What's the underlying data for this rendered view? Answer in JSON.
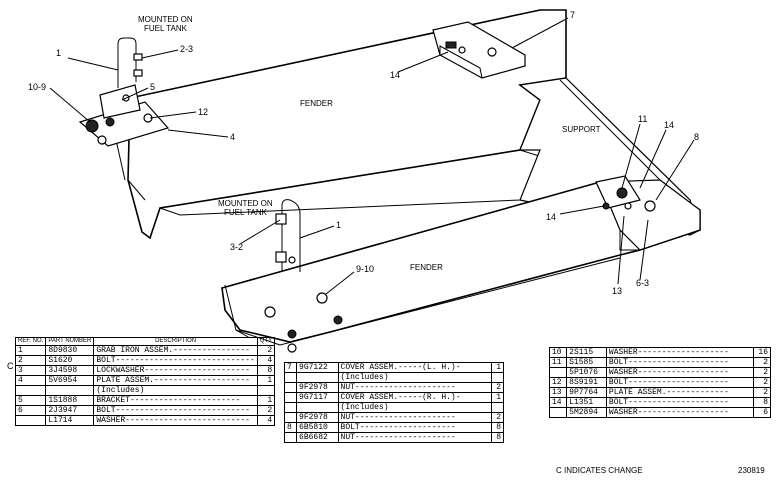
{
  "labels": {
    "mounted1": [
      "MOUNTED ON",
      "FUEL TANK"
    ],
    "mounted2": [
      "MOUNTED ON",
      "FUEL TANK"
    ],
    "fender1": "FENDER",
    "fender2": "FENDER",
    "support": "SUPPORT",
    "callouts": {
      "c1a": "1",
      "c23": "2-3",
      "c109": "10-9",
      "c5": "5",
      "c12": "12",
      "c4": "4",
      "c14a": "14",
      "c7": "7",
      "c11": "11",
      "c14b": "14",
      "c8": "8",
      "c14c": "14",
      "c13": "13",
      "c63": "6-3",
      "c32": "3-2",
      "c1b": "1",
      "c910": "9-10"
    }
  },
  "table1": {
    "headers": [
      "REF. NO.",
      "PART NUMBER",
      "DESCRIPTION",
      "QTY"
    ],
    "rows": [
      {
        "ref": "1",
        "part": "8D9830",
        "desc": "GRAB IRON ASSEM.----------------",
        "qty": "2"
      },
      {
        "ref": "2",
        "part": "S1620",
        "desc": "BOLT-----------------------------",
        "qty": "4"
      },
      {
        "ref": "3",
        "part": "3J4598",
        "desc": "LOCKWASHER----------------------",
        "qty": "8"
      },
      {
        "ref": "4",
        "part": "5V6954",
        "desc": "PLATE ASSEM.--------------------",
        "qty": "1"
      },
      {
        "ref": "",
        "part": "",
        "desc": "  (Includes)",
        "qty": ""
      },
      {
        "ref": "5",
        "part": "1S1888",
        "desc": "  BRACKET-----------------------",
        "qty": "1"
      },
      {
        "ref": "6",
        "part": "2J3947",
        "desc": "BOLT----------------------------",
        "qty": "2"
      },
      {
        "ref": "",
        "part": "L1714",
        "desc": "WASHER--------------------------",
        "qty": "4"
      }
    ]
  },
  "table2": {
    "rows": [
      {
        "ref": "7",
        "part": "9G7122",
        "desc": "COVER ASSEM.-----(L. H.)-",
        "qty": "1"
      },
      {
        "ref": "",
        "part": "",
        "desc": "  (Includes)",
        "qty": ""
      },
      {
        "ref": "",
        "part": "9F2978",
        "desc": "  NUT---------------------",
        "qty": "2"
      },
      {
        "ref": "",
        "part": "9G7117",
        "desc": "COVER ASSEM.-----(R. H.)-",
        "qty": "1"
      },
      {
        "ref": "",
        "part": "",
        "desc": "  (Includes)",
        "qty": ""
      },
      {
        "ref": "",
        "part": "9F2978",
        "desc": "  NUT---------------------",
        "qty": "2"
      },
      {
        "ref": "8",
        "part": "6B5810",
        "desc": "BOLT--------------------",
        "qty": "8"
      },
      {
        "ref": "",
        "part": "6B6682",
        "desc": "NUT---------------------",
        "qty": "8"
      }
    ]
  },
  "table3": {
    "rows": [
      {
        "ref": "10",
        "part": "2S115",
        "desc": "WASHER-------------------",
        "qty": "16"
      },
      {
        "ref": "11",
        "part": "S1585",
        "desc": "BOLT---------------------",
        "qty": "2"
      },
      {
        "ref": "",
        "part": "5P1076",
        "desc": "WASHER-------------------",
        "qty": "2"
      },
      {
        "ref": "12",
        "part": "8S9191",
        "desc": "BOLT---------------------",
        "qty": "2"
      },
      {
        "ref": "13",
        "part": "9P7764",
        "desc": "PLATE ASSEM.-------------",
        "qty": "2"
      },
      {
        "ref": "14",
        "part": "L1351",
        "desc": "BOLT---------------------",
        "qty": "8"
      },
      {
        "ref": "",
        "part": "5M2894",
        "desc": "WASHER-------------------",
        "qty": "6"
      }
    ]
  },
  "change_marker": "C",
  "change_note": "C INDICATES CHANGE",
  "figure_number": "230819"
}
